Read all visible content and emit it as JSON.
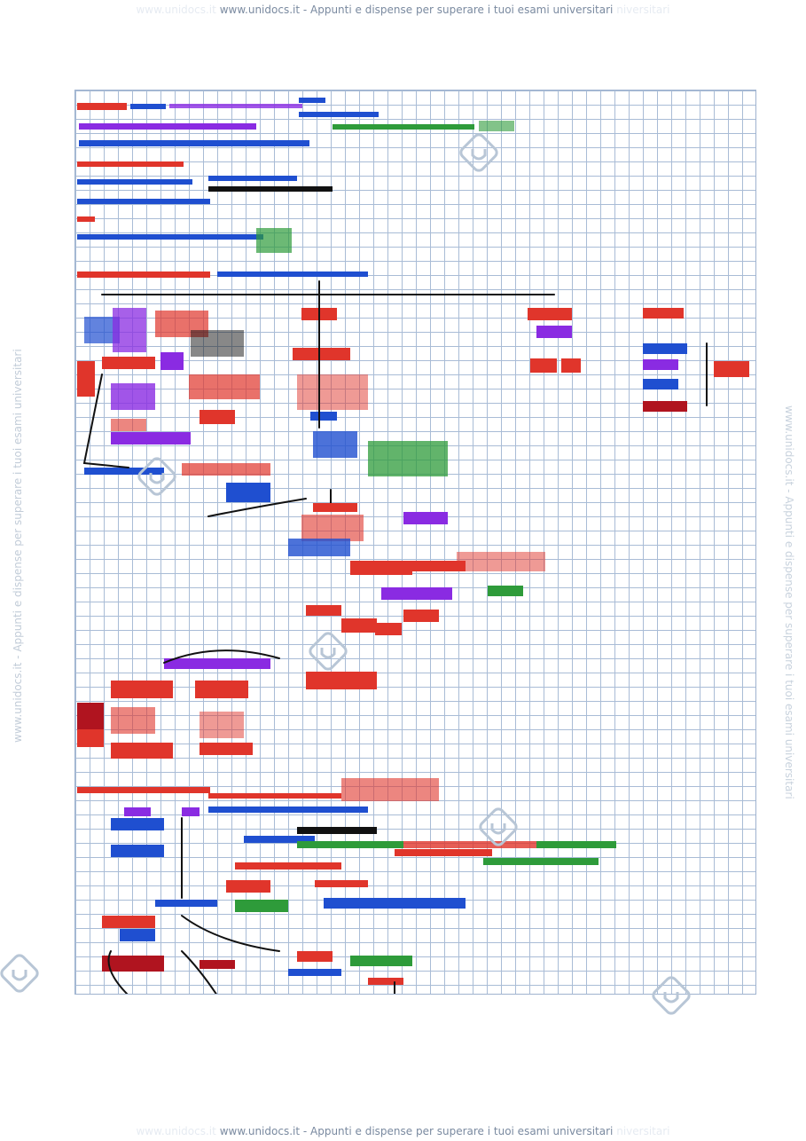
{
  "header": {
    "ghost_left": "www.unidocs.it",
    "text": "www.unidocs.it - Appunti e dispense per superare i tuoi esami universitari",
    "ghost_right": "niversitari"
  },
  "side": {
    "left_text": "www.unidocs.it - Appunti e dispense per superare i tuoi esami universitari",
    "right_text": "www.unidocs.it - Appunti e dispense per superare i tuoi esami universitari"
  },
  "watermark": {
    "brand": "www.unidocs.it"
  },
  "colors": {
    "grid": "#a9bcd6",
    "ink_red": "#e0352b",
    "ink_blue": "#1f4fd0",
    "ink_purple": "#8a2be2",
    "ink_green": "#2e9b3a",
    "ink_darkred": "#b0141f",
    "ink_black": "#111111"
  }
}
